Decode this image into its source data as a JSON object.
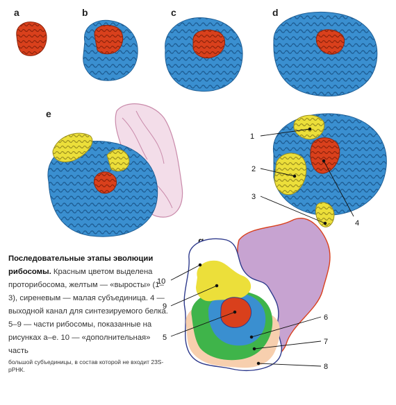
{
  "panels": {
    "a": "a",
    "b": "b",
    "c": "c",
    "d": "d",
    "e": "e",
    "g": "g"
  },
  "callouts": [
    "1",
    "2",
    "3",
    "4",
    "5",
    "6",
    "7",
    "8",
    "9",
    "10"
  ],
  "caption": {
    "title": "Последовательные этапы эволюции рибосомы.",
    "body": "Красным цветом выделена проторибосома, желтым — «выросты» (1–3), сиреневым — малая субъединица. 4 — выходной канал для синтезируемого белка. 5–9 — части рибосомы, показанные на рисунках а–е. 10 — «дополнительная» часть",
    "small": "большой субъединицы, в состав которой не входит 23S-рРНК."
  },
  "colors": {
    "blue": "#3a8fd0",
    "red": "#d9401c",
    "yellow": "#ecdf3a",
    "pink": "#dba7c4",
    "lilac": "#c7a3d1",
    "green": "#3fb44a",
    "peach": "#f7cfae",
    "navy": "#2e3a8c"
  }
}
